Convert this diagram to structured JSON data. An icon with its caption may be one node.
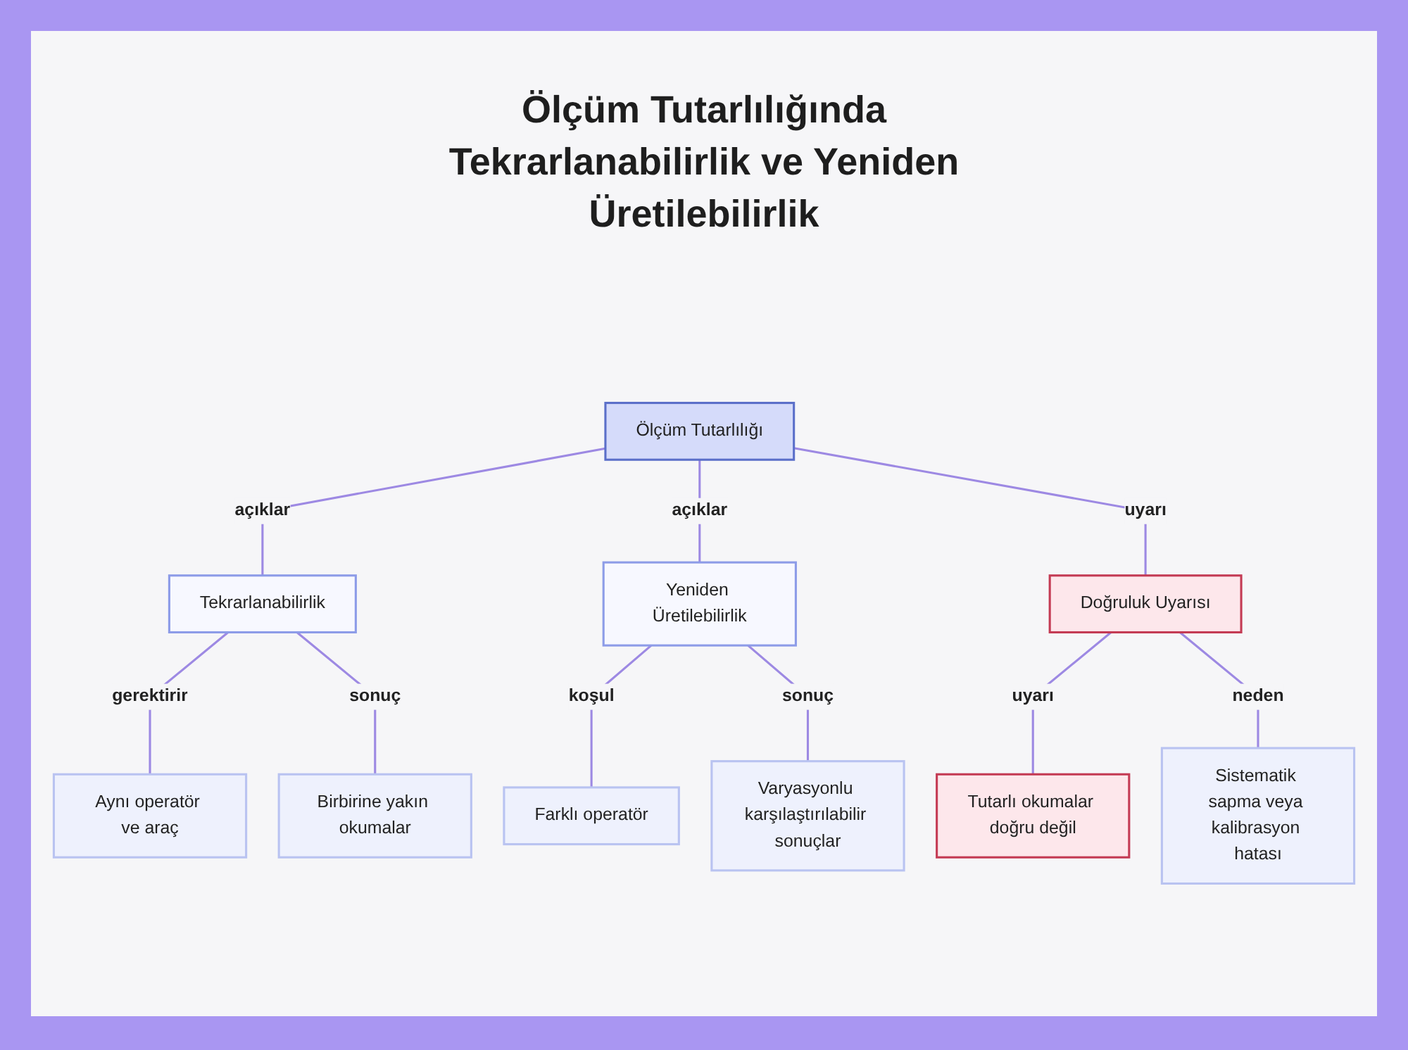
{
  "diagram": {
    "title": "Ölçüm Tutarlılığında Tekrarlanabilirlik ve Yeniden Üretilebilirlik",
    "nodes": [
      {
        "text": [
          "Ölçüm Tutarlılığı"
        ]
      },
      {
        "text": [
          "Tekrarlanabilirlik"
        ]
      },
      {
        "text": [
          "Yeniden Üretilebilirlik"
        ]
      },
      {
        "text": [
          "Doğruluk Uyarısı"
        ]
      },
      {
        "text": [
          "Aynı operatör ve araç"
        ]
      },
      {
        "text": [
          "Birbirine yakın okumalar"
        ]
      },
      {
        "text": [
          "Farklı operatör"
        ]
      },
      {
        "text": [
          "Varyasyonlu karşılaştırılabilir sonuçlar"
        ]
      },
      {
        "text": [
          "Tutarlı okumalar doğru değil"
        ]
      },
      {
        "text": [
          "Sistematik sapma veya kalibrasyon hatası"
        ]
      }
    ],
    "edges": [
      {
        "from": 0,
        "to": 1,
        "arrow": "none",
        "label": "açıklar"
      },
      {
        "from": 0,
        "to": 2,
        "arrow": "none",
        "label": "açıklar"
      },
      {
        "from": 0,
        "to": 3,
        "arrow": "none",
        "label": "uyarı"
      },
      {
        "from": 1,
        "to": 4,
        "arrow": "none",
        "label": "gerektirir"
      },
      {
        "from": 1,
        "to": 5,
        "arrow": "none",
        "label": "sonuç"
      },
      {
        "from": 2,
        "to": 6,
        "arrow": "none",
        "label": "koşul"
      },
      {
        "from": 2,
        "to": 7,
        "arrow": "none",
        "label": "sonuç"
      },
      {
        "from": 3,
        "to": 8,
        "arrow": "none",
        "label": "uyarı"
      },
      {
        "from": 3,
        "to": 9,
        "arrow": "none",
        "label": "neden"
      }
    ]
  }
}
